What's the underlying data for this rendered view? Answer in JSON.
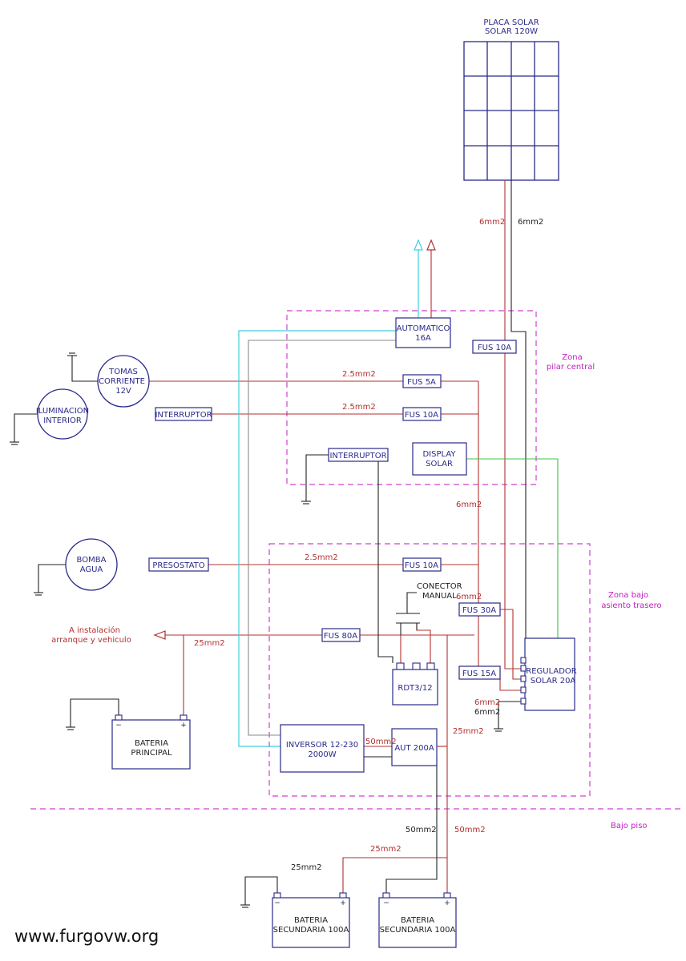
{
  "solar_panel": {
    "line1": "PLACA SOLAR",
    "line2": "SOLAR 120W"
  },
  "wire_labels": {
    "panel_pos": "6mm2",
    "panel_neg": "6mm2",
    "tomas": "2.5mm2",
    "iluminacion": "2.5mm2",
    "bus_6mm": "6mm2",
    "bomba": "2.5mm2",
    "fus30": "6mm2",
    "arranque": "25mm2",
    "reg_out1": "6mm2",
    "reg_out2": "6mm2",
    "inversor": "50mm2",
    "aut200": "25mm2",
    "under_50a": "50mm2",
    "under_50b": "50mm2",
    "under_25a": "25mm2",
    "under_25b": "25mm2"
  },
  "blocks": {
    "automatico": {
      "line1": "AUTOMATICO",
      "line2": "16A"
    },
    "fus10_panel": "FUS 10A",
    "fus5": "FUS 5A",
    "fus10_ilum": "FUS 10A",
    "interruptor_ilum": "INTERRUPTOR",
    "interruptor_main": "INTERRUPTOR",
    "display": {
      "line1": "DISPLAY",
      "line2": "SOLAR"
    },
    "presostato": "PRESOSTATO",
    "fus10_bomba": "FUS 10A",
    "conector": {
      "line1": "CONECTOR",
      "line2": "MANUAL"
    },
    "fus30": "FUS 30A",
    "fus80": "FUS 80A",
    "rdt": "RDT3/12",
    "fus15": "FUS 15A",
    "regulador": {
      "line1": "REGULADOR",
      "line2": "SOLAR 20A"
    },
    "inversor": {
      "line1": "INVERSOR 12-230",
      "line2": "2000W"
    },
    "aut200": "AUT 200A"
  },
  "loads": {
    "tomas": {
      "line1": "TOMAS",
      "line2": "CORRIENTE",
      "line3": "12V"
    },
    "iluminacion": {
      "line1": "ILUMINACION",
      "line2": "INTERIOR"
    },
    "bomba": {
      "line1": "BOMBA",
      "line2": "AGUA"
    }
  },
  "arranque": {
    "line1": "A instalación",
    "line2": "arranque y vehiculo"
  },
  "batteries": {
    "principal": {
      "line1": "BATERIA",
      "line2": "PRINCIPAL"
    },
    "sec1": {
      "line1": "BATERIA",
      "line2": "SECUNDARIA 100A"
    },
    "sec2": {
      "line1": "BATERIA",
      "line2": "SECUNDARIA 100A"
    },
    "minus": "−",
    "plus": "+"
  },
  "zones": {
    "pilar": {
      "line1": "Zona",
      "line2": "pilar central"
    },
    "asiento": {
      "line1": "Zona bajo",
      "line2": "asiento trasero"
    },
    "piso": "Bajo piso"
  },
  "credit": "www.furgovw.org",
  "colors": {
    "wire_red": "#b33030",
    "wire_dark": "#222222",
    "wire_cyan": "#3fcfe0",
    "wire_green": "#40c040",
    "wire_gray": "#8a8a8a",
    "component_blue": "#2a2a8a",
    "zone_magenta": "#d040d0"
  }
}
